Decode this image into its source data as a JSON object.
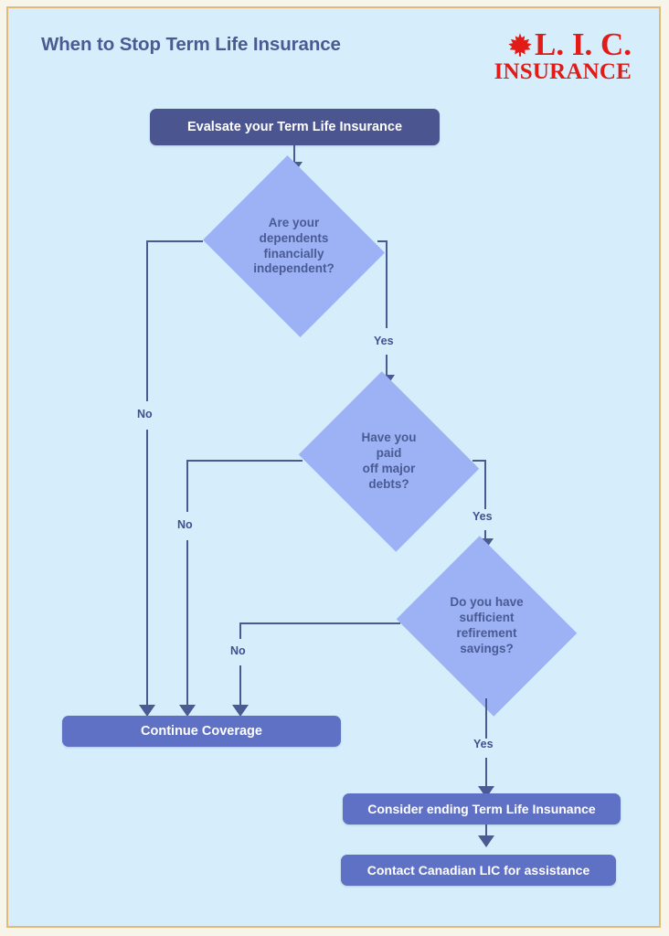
{
  "header": {
    "title": "When to Stop Term Life Insurance",
    "logo": {
      "name": "lic-logo",
      "primary_text": "L. I. C.",
      "secondary_text": "INSURANCE",
      "icon": "maple-leaf-icon",
      "color": "#e01b18"
    }
  },
  "theme": {
    "page_background": "#d6eefb",
    "page_border": "#e3b878",
    "title_color": "#4a5a93",
    "process_box_dark": "#4b5590",
    "process_box_light": "#5f71c4",
    "decision_fill": "#9cb2f5",
    "decision_text": "#4a5a93",
    "connector_color": "#4a5a93",
    "box_text_color": "#ffffff"
  },
  "flowchart": {
    "type": "decision-flowchart",
    "nodes": [
      {
        "id": "start",
        "kind": "process",
        "label": "Evalsate your Term Life Insurance"
      },
      {
        "id": "q1",
        "kind": "decision",
        "label": "Are your\ndependents\nfinancially\nindependent?"
      },
      {
        "id": "q2",
        "kind": "decision",
        "label": "Have you\npaid\noff major\ndebts?"
      },
      {
        "id": "q3",
        "kind": "decision",
        "label": "Do you have\nsufficient\nrefirement\nsavings?"
      },
      {
        "id": "continue",
        "kind": "process",
        "label": "Continue Coverage"
      },
      {
        "id": "consider",
        "kind": "process",
        "label": "Consider ending Term Life Insunance"
      },
      {
        "id": "contact",
        "kind": "process",
        "label": "Contact Canadian LIC for assistance"
      }
    ],
    "edges": [
      {
        "from": "start",
        "to": "q1",
        "label": ""
      },
      {
        "from": "q1",
        "to": "continue",
        "label": "No"
      },
      {
        "from": "q1",
        "to": "q2",
        "label": "Yes"
      },
      {
        "from": "q2",
        "to": "continue",
        "label": "No"
      },
      {
        "from": "q2",
        "to": "q3",
        "label": "Yes"
      },
      {
        "from": "q3",
        "to": "continue",
        "label": "No"
      },
      {
        "from": "q3",
        "to": "consider",
        "label": "Yes"
      },
      {
        "from": "consider",
        "to": "contact",
        "label": ""
      }
    ],
    "edge_labels": {
      "q1_no": "No",
      "q1_yes": "Yes",
      "q2_no": "No",
      "q2_yes": "Yes",
      "q3_no": "No",
      "q3_yes": "Yes"
    }
  }
}
